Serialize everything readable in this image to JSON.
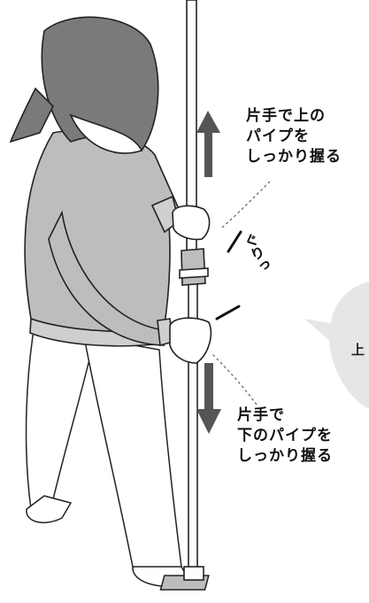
{
  "labels": {
    "top_instruction": [
      "片手で上の",
      "パイプを",
      "しっかり握る"
    ],
    "bottom_instruction": [
      "片手で",
      "下のパイプを",
      "しっかり握る"
    ],
    "twist_sound": "ぐりっ",
    "speech_bubble_text": "上"
  },
  "colors": {
    "sweater": "#bdbdbd",
    "hair": "#7a7a7a",
    "arrow": "#555555",
    "bubble": "#e6e6e6",
    "outline": "#222222"
  },
  "icons": [
    "up-arrow-icon",
    "down-arrow-icon",
    "speech-bubble-icon"
  ]
}
